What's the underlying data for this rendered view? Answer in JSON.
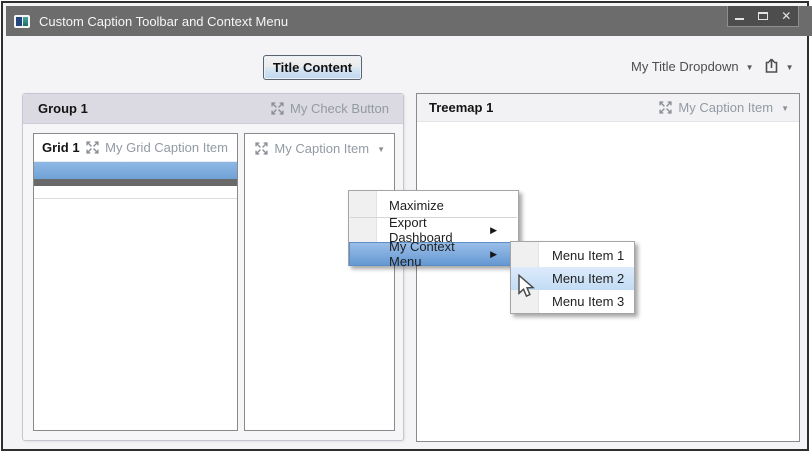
{
  "window": {
    "title": "Custom Caption Toolbar and Context Menu",
    "controls": {
      "close_glyph": "✕"
    }
  },
  "toolbar": {
    "title_content_label": "Title Content",
    "title_dropdown_label": "My Title Dropdown",
    "dropdown_arrow": "▼",
    "share_dropdown_arrow": "▼"
  },
  "group1": {
    "title": "Group 1",
    "check_button_label": "My Check Button"
  },
  "grid1": {
    "title": "Grid 1",
    "caption_label": "My Grid Caption Item"
  },
  "panel2": {
    "caption_label": "My Caption Item",
    "dropdown_arrow": "▼"
  },
  "treemap": {
    "title": "Treemap 1",
    "caption_label": "My Caption Item",
    "dropdown_arrow": "▼"
  },
  "context_menu": {
    "items": [
      {
        "label": "Maximize",
        "has_submenu": false,
        "highlighted": false
      },
      {
        "label": "Export Dashboard",
        "has_submenu": true,
        "highlighted": false
      },
      {
        "label": "My Context Menu",
        "has_submenu": true,
        "highlighted": true
      }
    ],
    "submenu_arrow": "▶"
  },
  "submenu": {
    "items": [
      {
        "label": "Menu Item 1",
        "highlighted": false
      },
      {
        "label": "Menu Item 2",
        "highlighted": true
      },
      {
        "label": "Menu Item 3",
        "highlighted": false
      }
    ]
  },
  "colors": {
    "titlebar": "#6c6c6c",
    "content_bg": "#f4f4f6",
    "group_header": "#dbdae2",
    "selected_row_top": "#8fb8e5",
    "selected_row_bottom": "#6fa1d6",
    "menu_highlight_top": "#9cc0ea",
    "menu_highlight_bottom": "#6296d1",
    "submenu_highlight": "#c2dcf5"
  }
}
